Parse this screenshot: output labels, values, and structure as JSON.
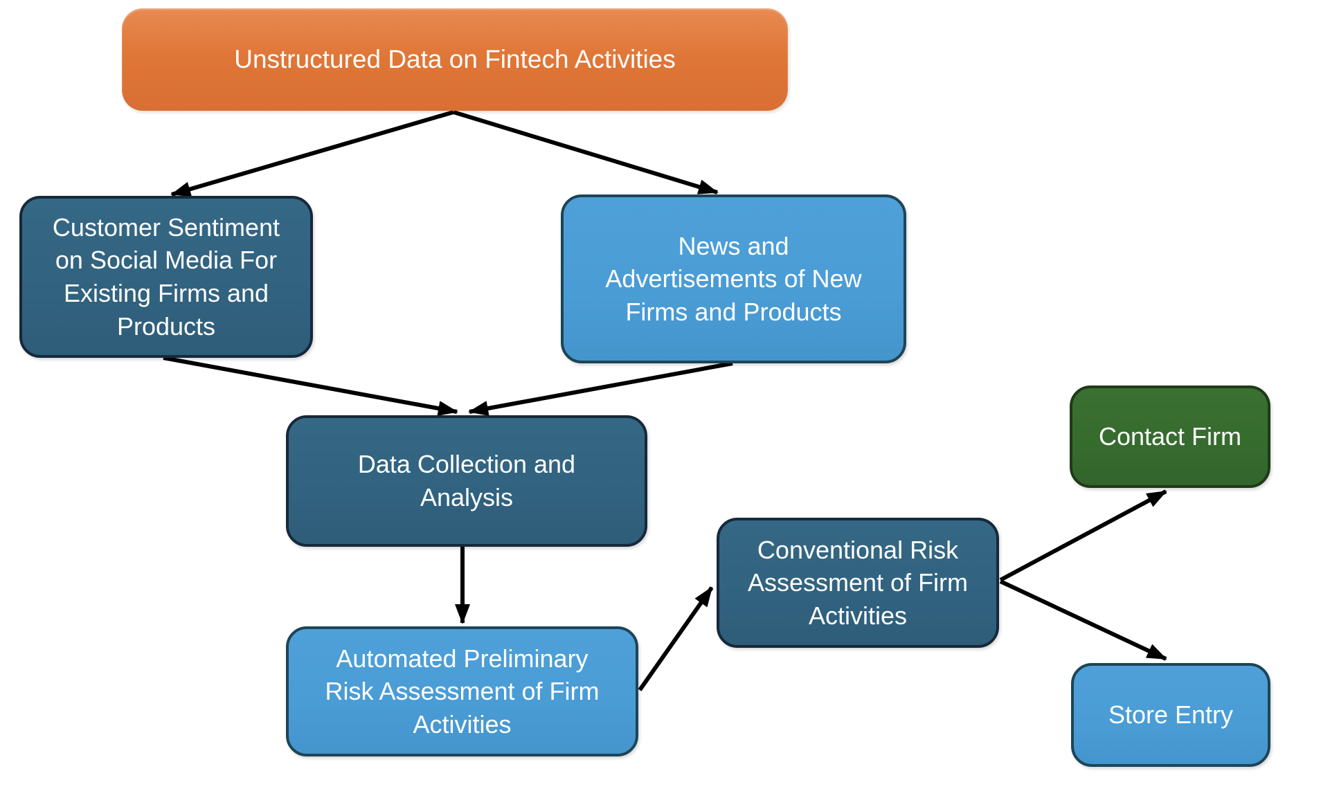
{
  "diagram": {
    "title": "Fintech risk-assessment workflow flowchart",
    "nodes": {
      "unstructured": {
        "label": "Unstructured Data on Fintech Activities",
        "color_role": "orange"
      },
      "customer_sentiment": {
        "label": "Customer Sentiment\non Social Media For\nExisting Firms and\nProducts",
        "color_role": "dark_blue"
      },
      "news_ads": {
        "label": "News and\nAdvertisements of New\nFirms and Products",
        "color_role": "light_blue"
      },
      "data_collection": {
        "label": "Data Collection and\nAnalysis",
        "color_role": "dark_blue"
      },
      "automated_risk": {
        "label": "Automated Preliminary\nRisk Assessment of Firm\nActivities",
        "color_role": "light_blue"
      },
      "conventional_risk": {
        "label": "Conventional Risk\nAssessment of Firm\nActivities",
        "color_role": "dark_blue"
      },
      "contact_firm": {
        "label": "Contact Firm",
        "color_role": "green"
      },
      "store_entry": {
        "label": "Store Entry",
        "color_role": "light_blue"
      }
    },
    "edges": [
      {
        "from": "unstructured",
        "to": "customer_sentiment"
      },
      {
        "from": "unstructured",
        "to": "news_ads"
      },
      {
        "from": "customer_sentiment",
        "to": "data_collection"
      },
      {
        "from": "news_ads",
        "to": "data_collection"
      },
      {
        "from": "data_collection",
        "to": "automated_risk"
      },
      {
        "from": "automated_risk",
        "to": "conventional_risk"
      },
      {
        "from": "conventional_risk",
        "to": "contact_firm"
      },
      {
        "from": "conventional_risk",
        "to": "store_entry"
      }
    ],
    "colors": {
      "orange": "#DF7738",
      "dark_blue": "#31627F",
      "light_blue": "#4A9CD5",
      "green": "#366B2E",
      "arrow": "#000000",
      "text": "#FFFFFF",
      "background": "#FFFFFF"
    }
  }
}
